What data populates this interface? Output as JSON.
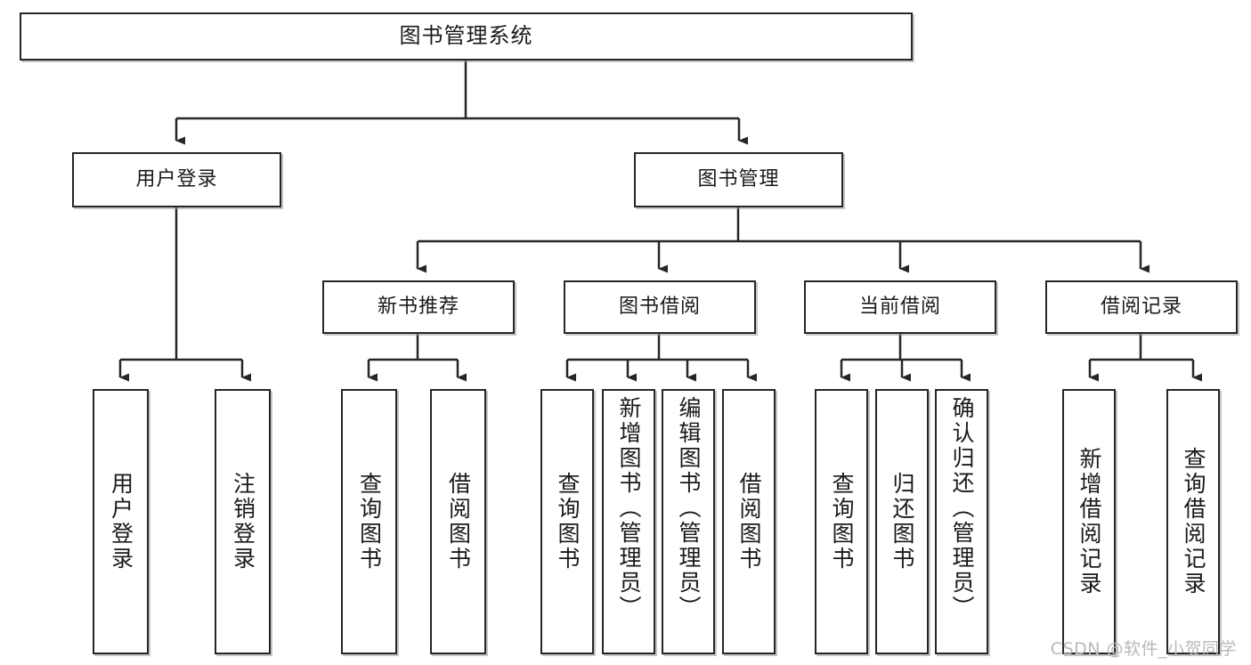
{
  "diagram": {
    "title": "图书管理系统",
    "type": "tree-hierarchy",
    "background_color": "#ffffff",
    "line_color": "#262626",
    "text_color": "#1a1a1a",
    "nodes": {
      "root": {
        "label": "图书管理系统"
      },
      "level2": [
        {
          "label": "用户登录"
        },
        {
          "label": "图书管理"
        }
      ],
      "level3": [
        {
          "label": "新书推荐"
        },
        {
          "label": "图书借阅"
        },
        {
          "label": "当前借阅"
        },
        {
          "label": "借阅记录"
        }
      ],
      "leaves": {
        "user_login": [
          {
            "label": "用户登录"
          },
          {
            "label": "注销登录"
          }
        ],
        "new_book_recommend": [
          {
            "label": "查询图书"
          },
          {
            "label": "借阅图书"
          }
        ],
        "book_borrow": [
          {
            "label": "查询图书"
          },
          {
            "label": "新增图书（管理员）"
          },
          {
            "label": "编辑图书（管理员）"
          },
          {
            "label": "借阅图书"
          }
        ],
        "current_borrow": [
          {
            "label": "查询图书"
          },
          {
            "label": "归还图书"
          },
          {
            "label": "确认归还（管理员）"
          }
        ],
        "borrow_record": [
          {
            "label": "新增借阅记录"
          },
          {
            "label": "查询借阅记录"
          }
        ]
      }
    }
  },
  "watermark": {
    "text": "CSDN @软件_小贺同学"
  }
}
